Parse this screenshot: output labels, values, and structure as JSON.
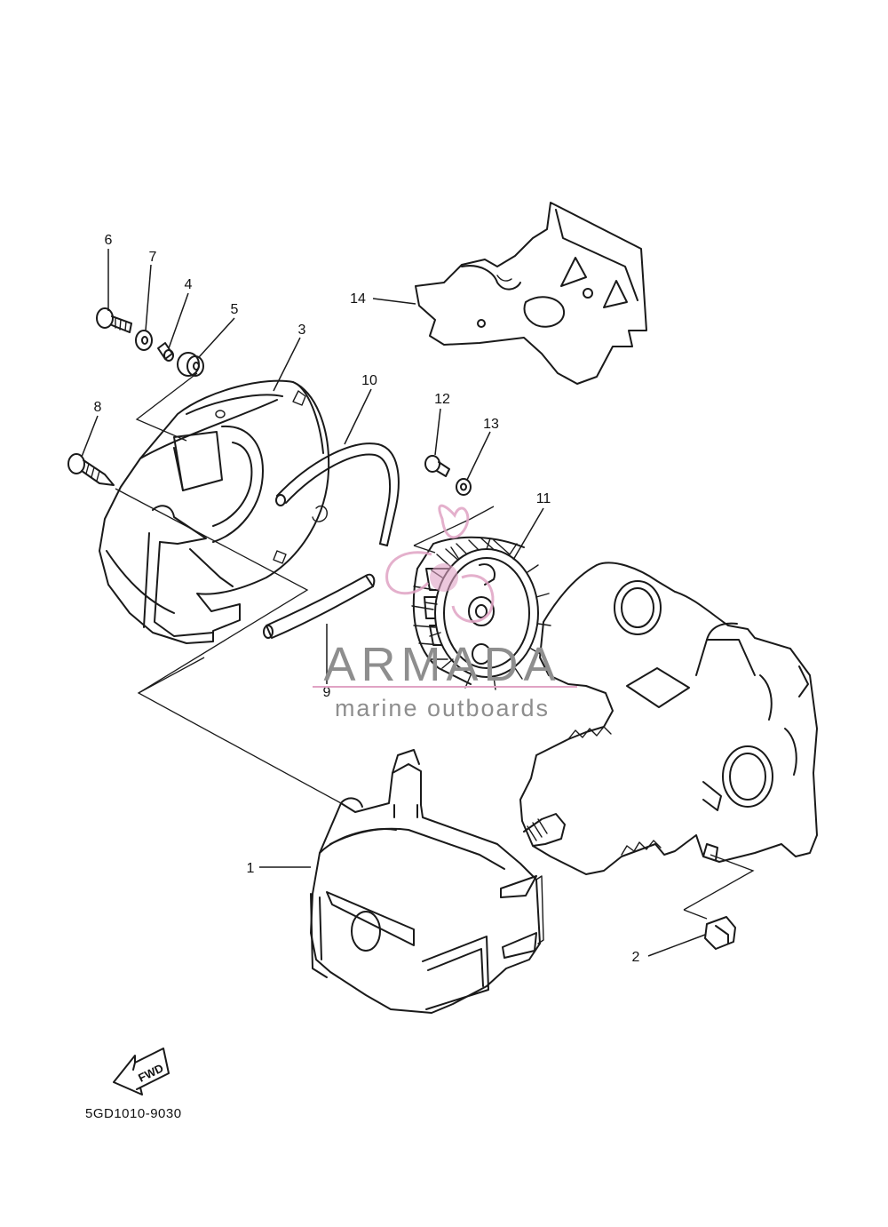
{
  "diagram": {
    "part_numbers": [
      "1",
      "2",
      "3",
      "4",
      "5",
      "6",
      "7",
      "8",
      "9",
      "10",
      "11",
      "12",
      "13",
      "14"
    ],
    "direction_label": "FWD",
    "diagram_code": "5GD1010-9030"
  },
  "watermark": {
    "brand": "ARMADA",
    "tagline": "marine outboards",
    "accent_color": "#e0a3c4",
    "text_color": "#8e8e8e"
  }
}
